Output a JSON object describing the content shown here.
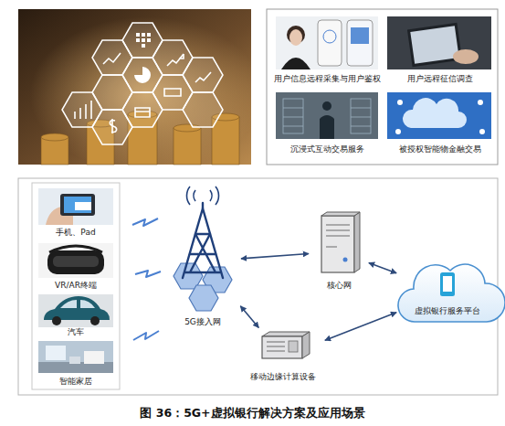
{
  "diagram": {
    "caption": "图 36：5G+虚拟银行解决方案及应用场景",
    "nodes": [
      {
        "text": [
          "用户信息远程采集与用户鉴权"
        ]
      },
      {
        "text": [
          "用户远程征信调查"
        ]
      },
      {
        "text": [
          "沉浸式互动交易服务"
        ]
      },
      {
        "text": [
          "被授权智能物金融交易"
        ]
      },
      {
        "text": [
          "手机、Pad"
        ]
      },
      {
        "text": [
          "VR/AR终端"
        ]
      },
      {
        "text": [
          "汽车"
        ]
      },
      {
        "text": [
          "智能家居"
        ]
      },
      {
        "text": [
          "5G接入网"
        ]
      },
      {
        "text": [
          "核心网"
        ]
      },
      {
        "text": [
          "虚拟银行服务平台"
        ]
      },
      {
        "text": [
          "移动边缘计算设备"
        ]
      }
    ],
    "edges": [
      {
        "from": 8,
        "to": 9,
        "arrow": "both"
      },
      {
        "from": 9,
        "to": 10,
        "arrow": "both"
      },
      {
        "from": 8,
        "to": 11,
        "arrow": "both"
      },
      {
        "from": 11,
        "to": 10,
        "arrow": "both"
      }
    ]
  }
}
